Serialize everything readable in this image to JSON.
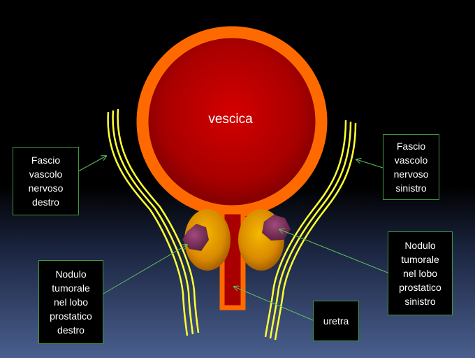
{
  "labels": {
    "bladder": "vescica",
    "urethra": "uretra",
    "right_bundle": [
      "Fascio",
      "vascolo",
      "nervoso",
      "destro"
    ],
    "left_bundle": [
      "Fascio",
      "vascolo",
      "nervoso",
      "sinistro"
    ],
    "right_nodule": [
      "Nodulo",
      "tumorale",
      "nel lobo",
      "prostatico",
      "destro"
    ],
    "left_nodule": [
      "Nodulo",
      "tumorale",
      "nel lobo",
      "prostatico",
      "sinistro"
    ]
  },
  "colors": {
    "bladder_rim": "#ff6a00",
    "bladder_fill": "#b50000",
    "prostate": "#e69b00",
    "nodule": "#8a3a66",
    "urethra_rim": "#ff6a00",
    "urethra_fill": "#a80000",
    "nerve": "#ffff33",
    "label_border": "#3f9a3f",
    "pointer": "#5fbf5f"
  }
}
